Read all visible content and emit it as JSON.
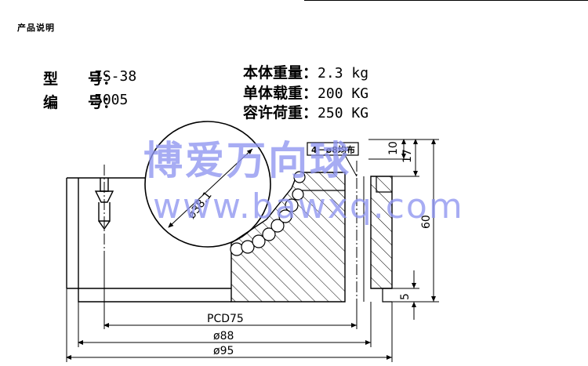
{
  "header": {
    "title": "产品说明"
  },
  "specs": {
    "model_label": "型　　号：",
    "model_value": "IS-38",
    "code_label": "编　　号：",
    "code_value": "5005",
    "weight_label": "本体重量：",
    "weight_value": "2.3 kg",
    "load_label": "单体载重：",
    "load_value": "200 KG",
    "capacity_label": "容许荷重：",
    "capacity_value": "250 KG"
  },
  "watermark": {
    "brand": "博爱万向球",
    "url": "www.bawxq.com",
    "color": "#8f95f0"
  },
  "drawing": {
    "ball_dia": "ø38.1",
    "holes": "4－ø8均布",
    "dim_10": "10",
    "dim_17": "17",
    "dim_60": "60",
    "dim_5": "5",
    "pcd": "PCD75",
    "dia_88": "ø88",
    "dia_95": "ø95"
  }
}
